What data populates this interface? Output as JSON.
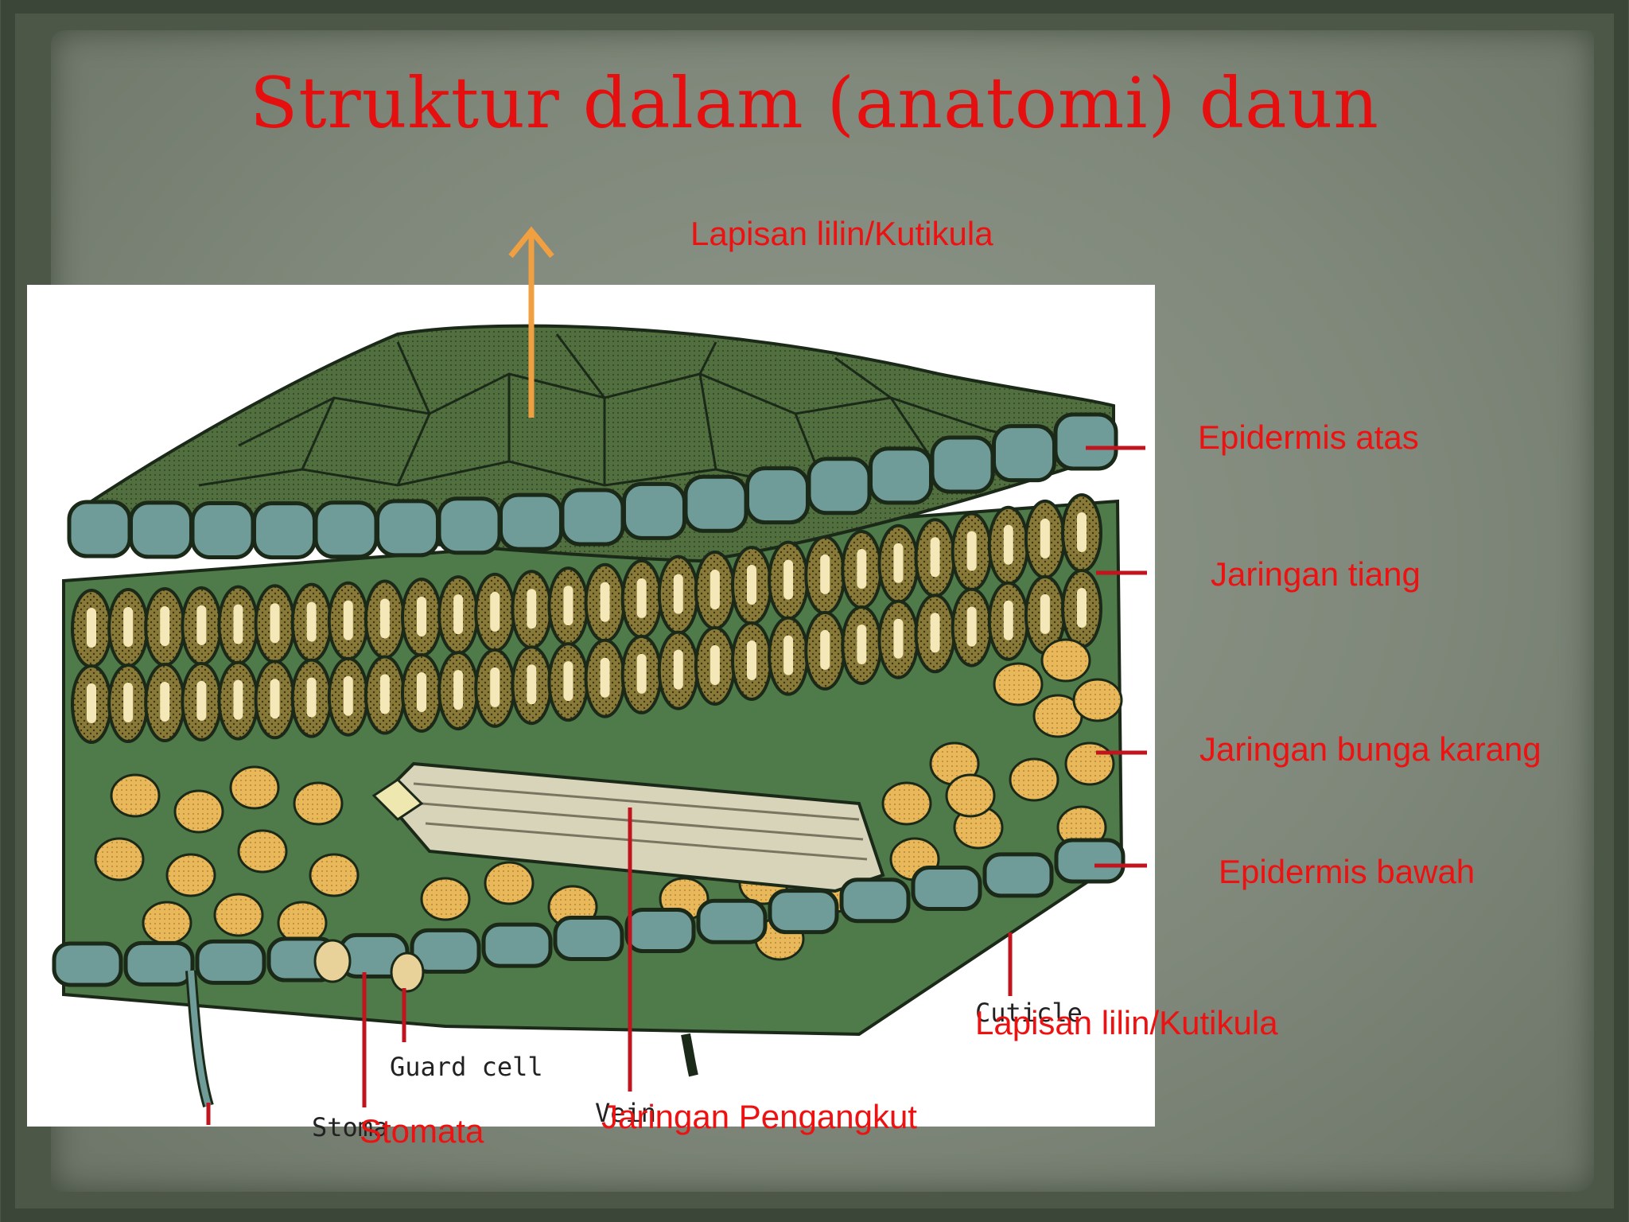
{
  "slide": {
    "title": "Struktur dalam (anatomi) daun"
  },
  "labels": {
    "cuticle_top": "Lapisan lilin/Kutikula",
    "upper_epidermis": "Epidermis atas",
    "palisade": "Jaringan tiang",
    "spongy": "Jaringan bunga karang",
    "lower_epidermis": "Epidermis bawah",
    "cuticle_bottom": "Lapisan lilin/Kutikula",
    "vascular": "Jaringan Pengangkut",
    "stomata": "Stomata"
  },
  "diagram_labels": {
    "cuticle": "Cuticle",
    "guard_cell": "Guard cell",
    "vein": "Vein",
    "stoma": "Stoma"
  },
  "colors": {
    "label": "#ee1111",
    "arrow": "#f0a040",
    "leaf_top": "#4f6b3e",
    "epidermis": "#6f9c98",
    "palisade": "#8a7a38",
    "spongy": "#e8b85a",
    "mesophyll": "#4f7a4a"
  }
}
